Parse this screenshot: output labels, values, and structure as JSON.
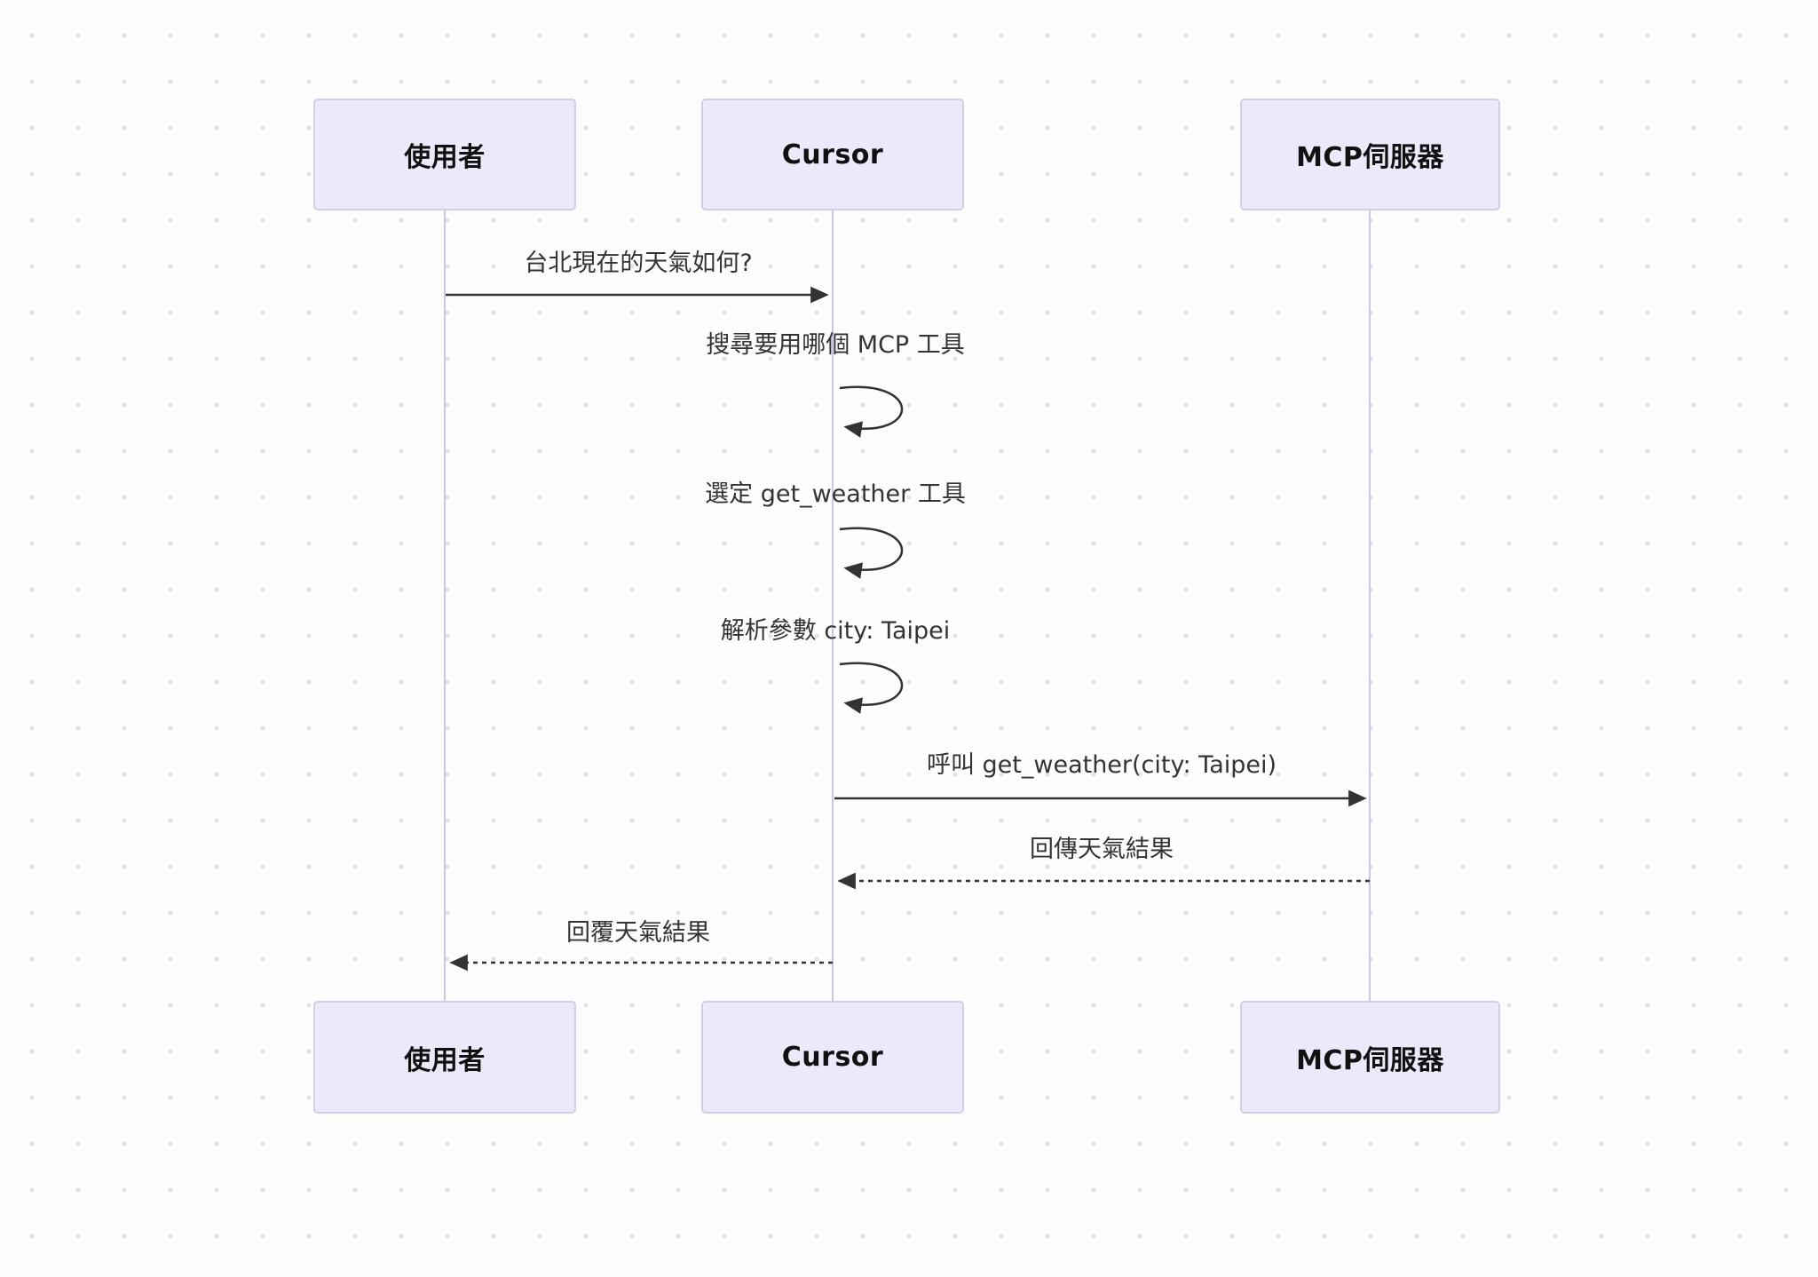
{
  "diagram": {
    "type": "sequence",
    "participants": [
      {
        "id": "user",
        "label": "使用者"
      },
      {
        "id": "cursor",
        "label": "Cursor"
      },
      {
        "id": "mcp",
        "label": "MCP伺服器"
      }
    ],
    "messages": [
      {
        "index": 1,
        "from": "使用者",
        "to": "Cursor",
        "label": "台北現在的天氣如何?",
        "line": "solid",
        "kind": "arrow"
      },
      {
        "index": 2,
        "from": "Cursor",
        "to": "Cursor",
        "label": "搜尋要用哪個 MCP 工具",
        "line": "solid",
        "kind": "self-loop"
      },
      {
        "index": 3,
        "from": "Cursor",
        "to": "Cursor",
        "label": "選定 get_weather 工具",
        "line": "solid",
        "kind": "self-loop"
      },
      {
        "index": 4,
        "from": "Cursor",
        "to": "Cursor",
        "label": "解析參數 city: Taipei",
        "line": "solid",
        "kind": "self-loop"
      },
      {
        "index": 5,
        "from": "Cursor",
        "to": "MCP伺服器",
        "label": "呼叫 get_weather(city: Taipei)",
        "line": "solid",
        "kind": "arrow"
      },
      {
        "index": 6,
        "from": "MCP伺服器",
        "to": "Cursor",
        "label": "回傳天氣結果",
        "line": "dashed",
        "kind": "arrow"
      },
      {
        "index": 7,
        "from": "Cursor",
        "to": "使用者",
        "label": "回覆天氣結果",
        "line": "dashed",
        "kind": "arrow"
      }
    ],
    "colors": {
      "background": "#FDFDFE",
      "grid_dot": "#E4E4E6",
      "actor_fill": "#EAEAFA",
      "actor_border": "#CFCFEC",
      "lifeline": "#CBC5EC",
      "arrow": "#333333",
      "message_text": "#333333",
      "actor_text": "#111111"
    }
  }
}
